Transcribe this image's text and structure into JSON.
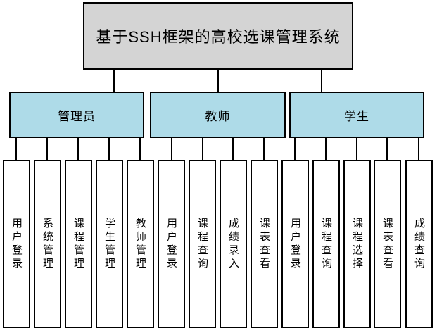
{
  "chart": {
    "type": "tree-diagram",
    "root_label": "基于SSH框架的高校选课管理系统",
    "branches": [
      {
        "label": "管理员",
        "children": [
          "用户登录",
          "系统管理",
          "课程管理",
          "学生管理",
          "教师管理"
        ]
      },
      {
        "label": "教师",
        "children": [
          "用户登录",
          "课程查询",
          "成绩录入",
          "课表查看"
        ]
      },
      {
        "label": "学生",
        "children": [
          "用户登录",
          "课程查询",
          "课程选择",
          "课表查看",
          "成绩查询"
        ]
      }
    ],
    "colors": {
      "root_fill": "#d4d4d4",
      "branch_fill": "#aedbe8",
      "leaf_fill": "#ffffff",
      "border": "#000000",
      "connector": "#000000",
      "background": "#ffffff"
    }
  }
}
